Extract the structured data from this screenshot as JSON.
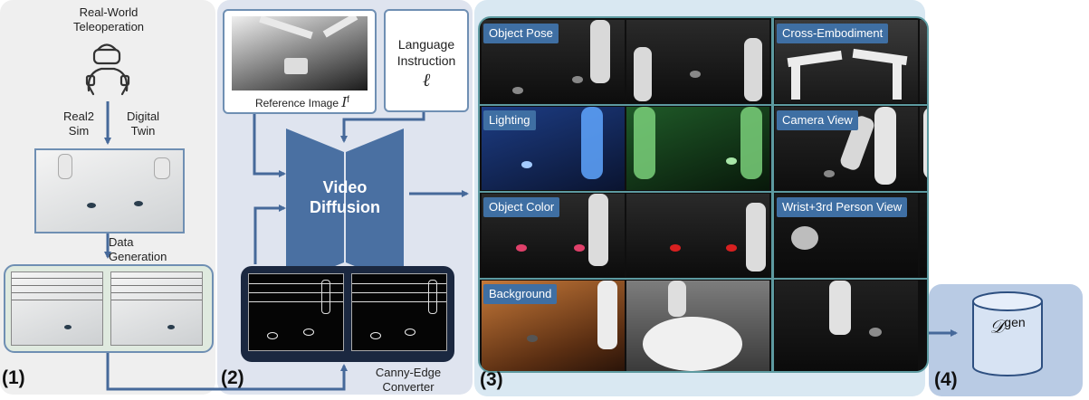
{
  "panel1": {
    "number": "(1)",
    "teleop_label": "Real-World\nTeleoperation",
    "real2sim": "Real2\nSim",
    "digital_twin": "Digital\nTwin",
    "data_generation": "Data\nGeneration"
  },
  "panel2": {
    "number": "(2)",
    "reference_label": "Reference Image",
    "reference_symbol": "I",
    "reference_sup": "f",
    "language_label": "Language\nInstruction",
    "language_symbol": "ℓ",
    "video_diffusion": "Video\nDiffusion",
    "canny_label": "Canny-Edge\nConverter"
  },
  "panel3": {
    "number": "(3)",
    "tags": [
      "Object Pose",
      "Cross-Embodiment",
      "Lighting",
      "Camera View",
      "Object Color",
      "Wrist+3rd Person View",
      "Background"
    ]
  },
  "panel4": {
    "number": "(4)",
    "dataset_symbol": "𝒟",
    "dataset_sup": "gen"
  },
  "colors": {
    "arrow": "#46699a",
    "panel1_bg": "#efefef",
    "panel2_bg": "#dfe4ef",
    "panel3_bg": "#d9e8f2",
    "panel4_bg": "#b9cbe4",
    "tag": "#3f6fa3",
    "diffusion": "#4a70a2"
  },
  "icons": [
    "vr-headset-person-icon",
    "database-icon"
  ]
}
